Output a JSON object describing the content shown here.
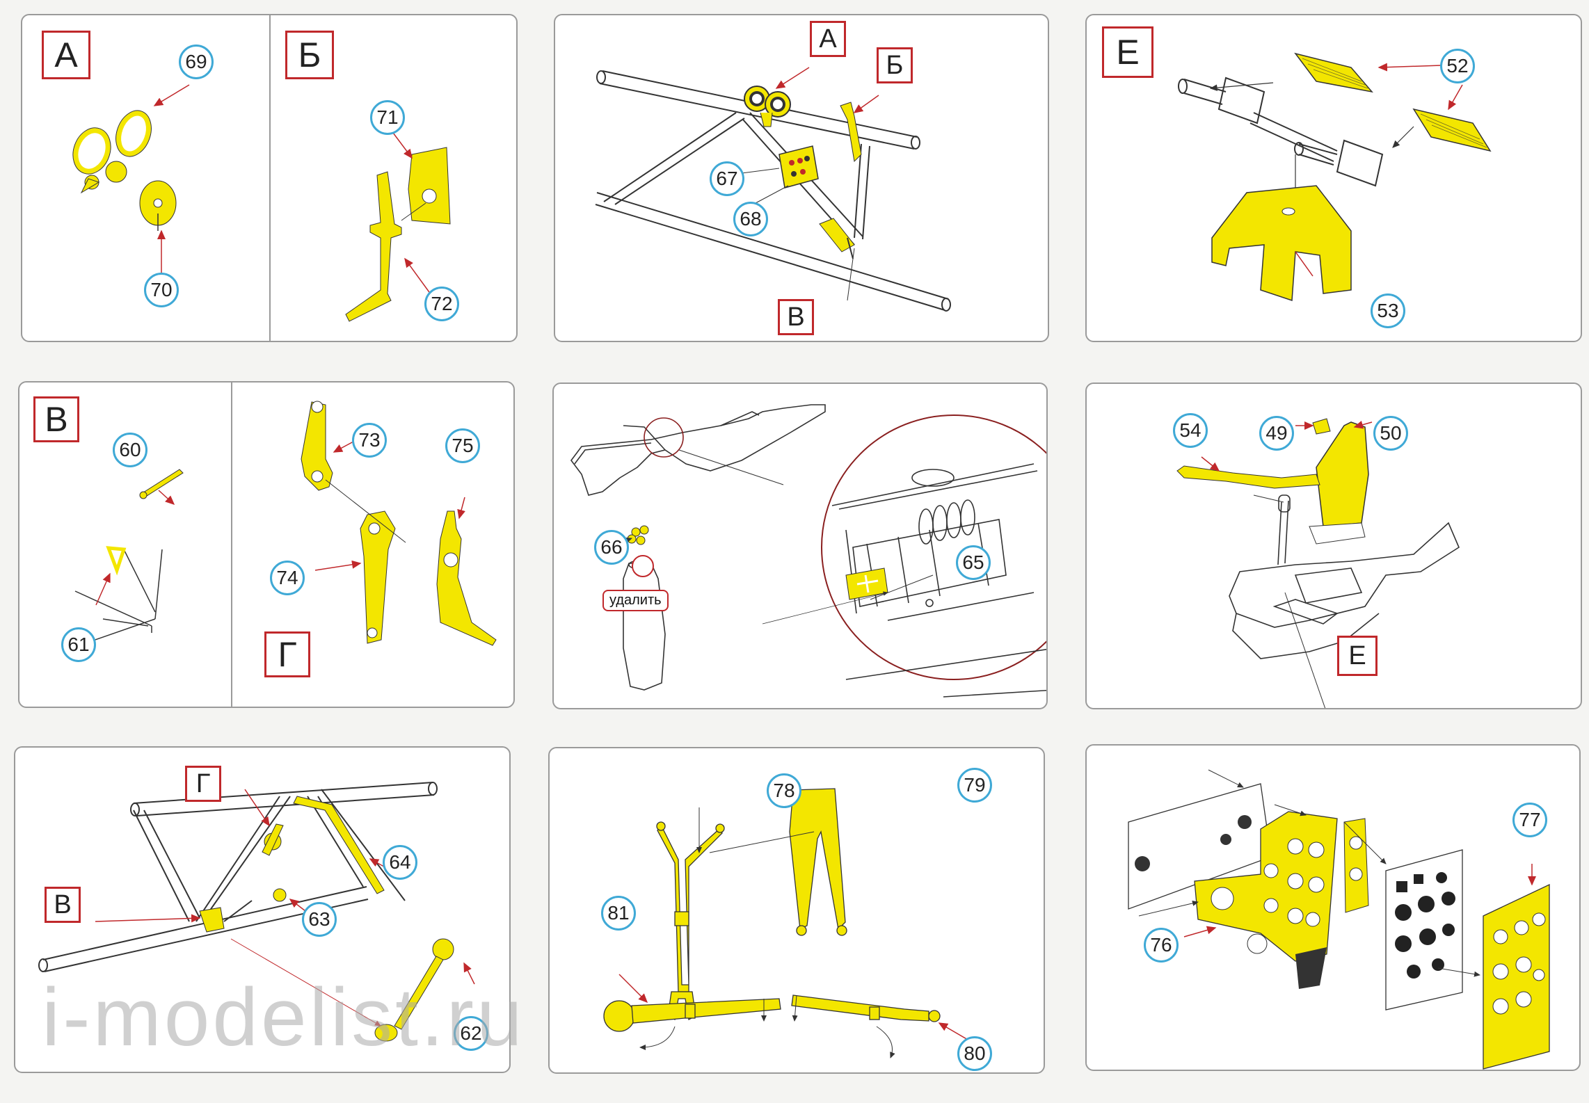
{
  "colors": {
    "part": "#f3e600",
    "outline": "#333333",
    "arrow": "#c0282b",
    "bubble": "#3fa9d6",
    "frame": "#9a9a9a"
  },
  "panels": {
    "p1": {
      "letters": [
        "А",
        "Б"
      ],
      "parts": [
        "69",
        "70",
        "71",
        "72"
      ]
    },
    "p2": {
      "letters": [
        "А",
        "Б",
        "В"
      ],
      "parts": [
        "67",
        "68"
      ]
    },
    "p3": {
      "letters": [
        "Е"
      ],
      "parts": [
        "52",
        "53"
      ]
    },
    "p4": {
      "letters": [
        "В",
        "Г"
      ],
      "parts": [
        "60",
        "61",
        "73",
        "74",
        "75"
      ]
    },
    "p5": {
      "parts": [
        "66",
        "65"
      ],
      "remove_label": "удалить"
    },
    "p6": {
      "letters": [
        "Е"
      ],
      "parts": [
        "54",
        "49",
        "50"
      ]
    },
    "p7": {
      "letters": [
        "Г",
        "В"
      ],
      "parts": [
        "64",
        "63",
        "62"
      ]
    },
    "p8": {
      "parts": [
        "78",
        "79",
        "81",
        "80"
      ]
    },
    "p9": {
      "parts": [
        "77",
        "76"
      ]
    }
  },
  "watermark": "i-modelist.ru"
}
